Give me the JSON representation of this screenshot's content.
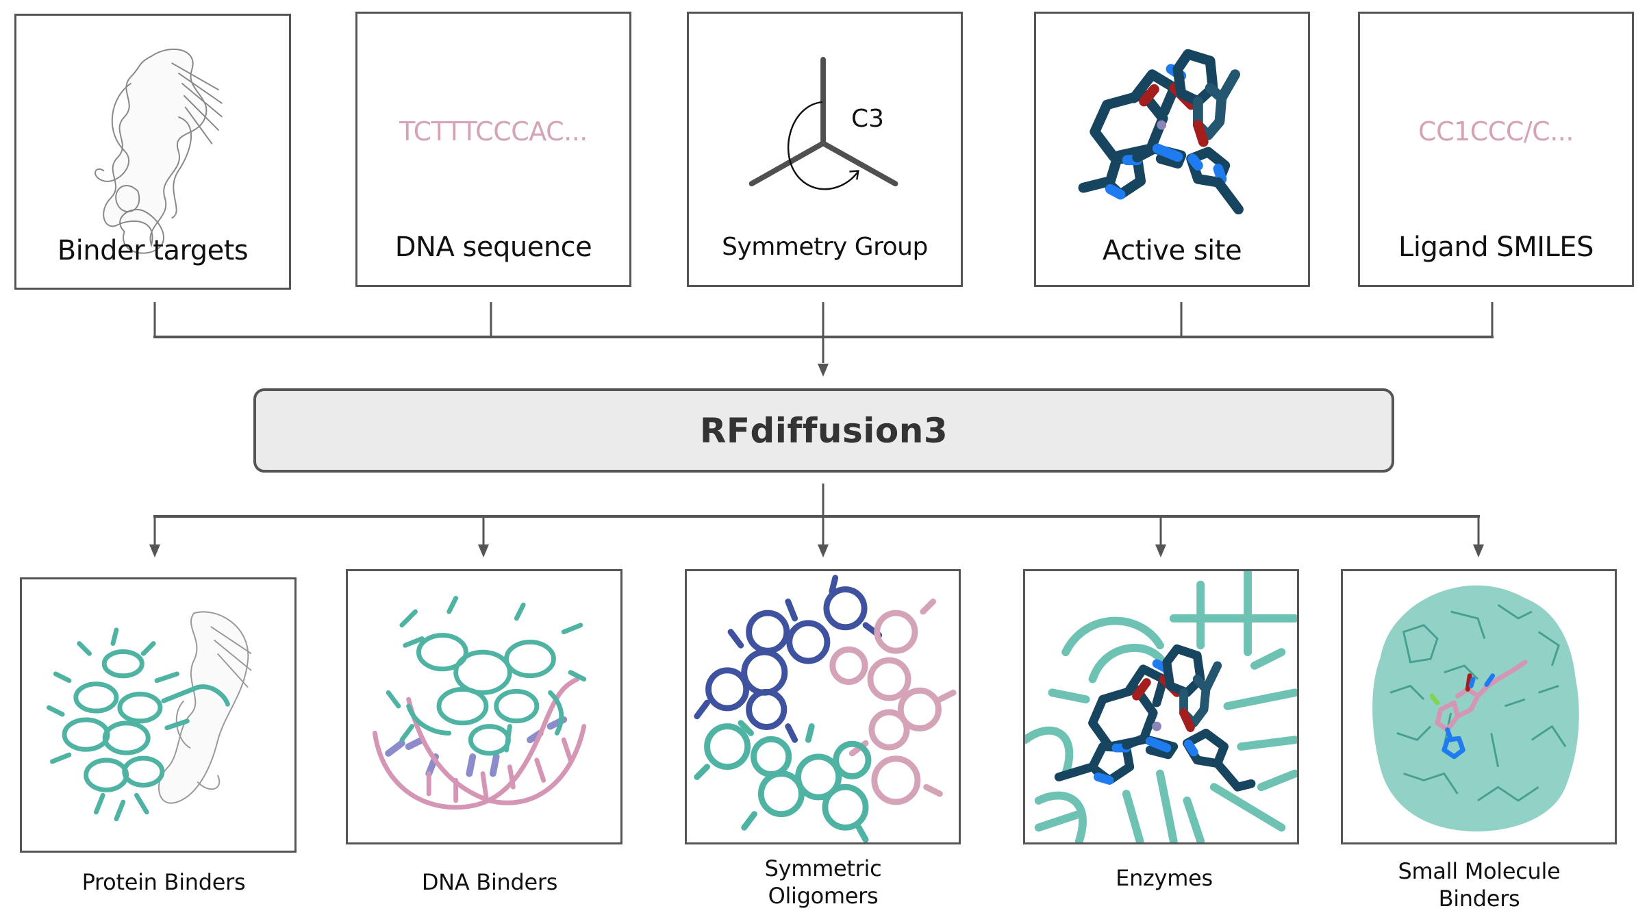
{
  "inputs": [
    {
      "id": "binder-targets",
      "label": "Binder targets",
      "icon": "protein-ribbon-icon"
    },
    {
      "id": "dna-sequence",
      "label": "DNA sequence",
      "value": "TCTTTCCCAC...",
      "icon": null
    },
    {
      "id": "symmetry-group",
      "label": "Symmetry Group",
      "symmetry": "C3",
      "icon": "c3-symmetry-icon"
    },
    {
      "id": "active-site",
      "label": "Active site",
      "icon": "active-site-molecule-icon"
    },
    {
      "id": "ligand-smiles",
      "label": "Ligand SMILES",
      "value": "CC1CCC/C...",
      "icon": null
    }
  ],
  "model": {
    "name": "RFdiffusion3"
  },
  "outputs": [
    {
      "id": "protein-binders",
      "label": "Protein Binders",
      "icon": "protein-binder-structure-icon"
    },
    {
      "id": "dna-binders",
      "label": "DNA Binders",
      "icon": "dna-binder-structure-icon"
    },
    {
      "id": "symmetric-oligomers",
      "label_lines": [
        "Symmetric",
        "Oligomers"
      ],
      "icon": "symmetric-oligomer-structure-icon"
    },
    {
      "id": "enzymes",
      "label": "Enzymes",
      "icon": "enzyme-structure-icon"
    },
    {
      "id": "small-molecule-binders",
      "label_lines": [
        "Small Molecule",
        "Binders"
      ],
      "icon": "small-molecule-binder-structure-icon"
    }
  ],
  "colors": {
    "border": "#555555",
    "model_fill": "#ebebeb",
    "sequence_text": "#d4a3b8",
    "protein_teal": "#4fb3a3",
    "dna_pink": "#d496b4",
    "base_purple": "#8c8ccc",
    "oligomer_blue": "#3f529f",
    "ligand_navy": "#17445e",
    "nitrogen_blue": "#1e7cf0",
    "oxygen_red": "#a51e1e",
    "metal_grey": "#8a87b8"
  }
}
